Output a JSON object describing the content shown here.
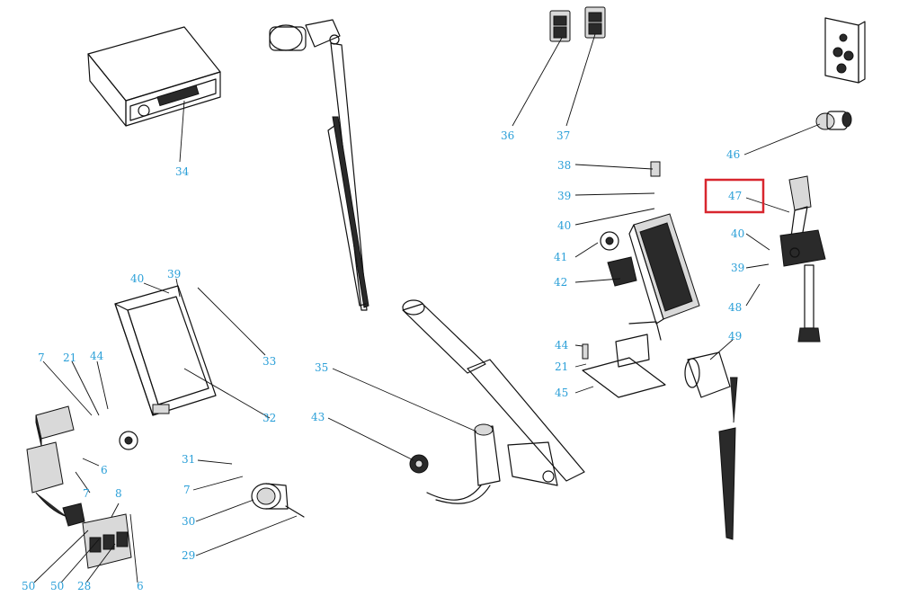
{
  "highlight": {
    "label": "47",
    "color": "#d8262e"
  },
  "callout_color": "#2a9fd8",
  "callouts": [
    {
      "id": "c34",
      "text": "34"
    },
    {
      "id": "c36",
      "text": "36"
    },
    {
      "id": "c37",
      "text": "37"
    },
    {
      "id": "c38",
      "text": "38"
    },
    {
      "id": "c39a",
      "text": "39"
    },
    {
      "id": "c40a",
      "text": "40"
    },
    {
      "id": "c41",
      "text": "41"
    },
    {
      "id": "c42",
      "text": "42"
    },
    {
      "id": "c44a",
      "text": "44"
    },
    {
      "id": "c21a",
      "text": "21"
    },
    {
      "id": "c45",
      "text": "45"
    },
    {
      "id": "c46",
      "text": "46"
    },
    {
      "id": "c47",
      "text": "47"
    },
    {
      "id": "c40b",
      "text": "40"
    },
    {
      "id": "c39b",
      "text": "39"
    },
    {
      "id": "c48",
      "text": "48"
    },
    {
      "id": "c49",
      "text": "49"
    },
    {
      "id": "c40c",
      "text": "40"
    },
    {
      "id": "c39c",
      "text": "39"
    },
    {
      "id": "c33",
      "text": "33"
    },
    {
      "id": "c32",
      "text": "32"
    },
    {
      "id": "c7a",
      "text": "7"
    },
    {
      "id": "c21b",
      "text": "21"
    },
    {
      "id": "c44b",
      "text": "44"
    },
    {
      "id": "c6a",
      "text": "6"
    },
    {
      "id": "c7b",
      "text": "7"
    },
    {
      "id": "c8",
      "text": "8"
    },
    {
      "id": "c50a",
      "text": "50"
    },
    {
      "id": "c50b",
      "text": "50"
    },
    {
      "id": "c28",
      "text": "28"
    },
    {
      "id": "c6b",
      "text": "6"
    },
    {
      "id": "c31",
      "text": "31"
    },
    {
      "id": "c7c",
      "text": "7"
    },
    {
      "id": "c30",
      "text": "30"
    },
    {
      "id": "c29",
      "text": "29"
    },
    {
      "id": "c35",
      "text": "35"
    },
    {
      "id": "c43",
      "text": "43"
    }
  ]
}
